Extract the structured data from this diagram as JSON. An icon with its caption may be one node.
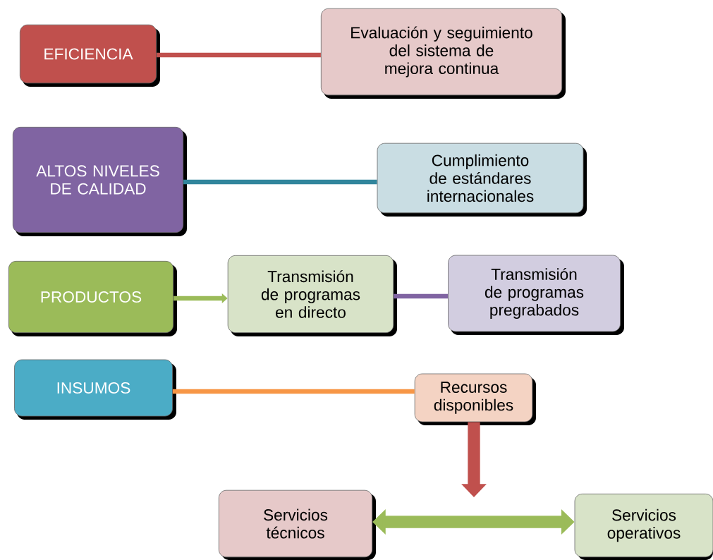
{
  "diagram": {
    "nodes": [
      {
        "text": [
          "EFICIENCIA"
        ]
      },
      {
        "text": [
          "Evaluación y seguimiento del sistema de mejora continua"
        ]
      },
      {
        "text": [
          "ALTOS NIVELES DE CALIDAD"
        ]
      },
      {
        "text": [
          "Cumplimiento de estándares internacionales"
        ]
      },
      {
        "text": [
          "PRODUCTOS"
        ]
      },
      {
        "text": [
          "Transmisión de programas en directo"
        ]
      },
      {
        "text": [
          "Transmisión de programas pregrabados"
        ]
      },
      {
        "text": [
          "INSUMOS"
        ]
      },
      {
        "text": [
          "Recursos disponibles"
        ]
      },
      {
        "text": [
          "Servicios técnicos"
        ]
      },
      {
        "text": [
          "Servicios operativos"
        ]
      }
    ],
    "edges": [
      {
        "from": 0,
        "to": 1,
        "arrow": "none",
        "color": "#c0504d"
      },
      {
        "from": 2,
        "to": 3,
        "arrow": "none",
        "color": "#31859c"
      },
      {
        "from": 4,
        "to": 5,
        "arrow": "to",
        "color": "#9bbb59"
      },
      {
        "from": 5,
        "to": 6,
        "arrow": "none",
        "color": "#8064a2"
      },
      {
        "from": 7,
        "to": 8,
        "arrow": "none",
        "color": "#f79646"
      },
      {
        "from": 8,
        "to": null,
        "arrow": "to",
        "style": "thick",
        "color": "#c0504d"
      },
      {
        "from": 9,
        "to": 10,
        "arrow": "both",
        "style": "thick",
        "color": "#9bbb59"
      }
    ]
  }
}
